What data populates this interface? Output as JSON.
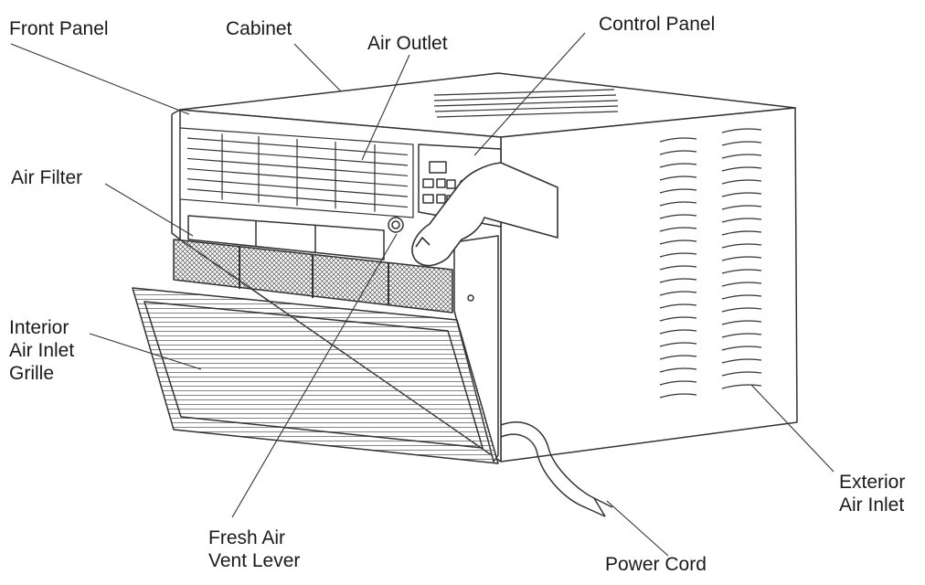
{
  "diagram": {
    "labels": {
      "front_panel": "Front Panel",
      "cabinet": "Cabinet",
      "air_outlet": "Air Outlet",
      "control_panel": "Control Panel",
      "air_filter": "Air Filter",
      "interior_air_inlet_grille": [
        "Interior",
        "Air Inlet",
        "Grille"
      ],
      "fresh_air_vent_lever": [
        "Fresh Air",
        "Vent Lever"
      ],
      "power_cord": "Power Cord",
      "exterior_air_inlet": [
        "Exterior",
        "Air Inlet"
      ]
    },
    "colors": {
      "line": "#333333",
      "text": "#1a1a1a",
      "background": "#ffffff"
    }
  }
}
